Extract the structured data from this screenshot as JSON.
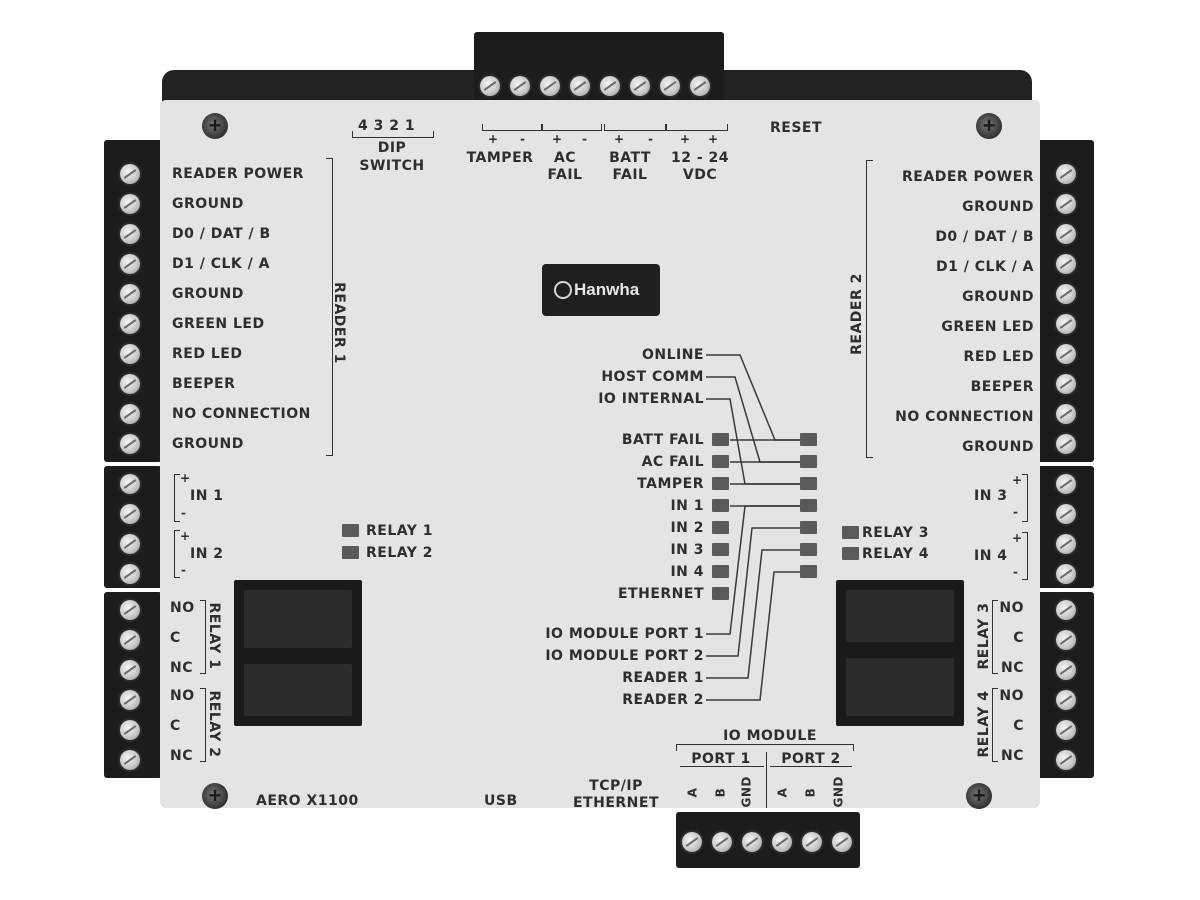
{
  "board": {
    "model": "AERO X1100",
    "logo_text": "Hanwha"
  },
  "top": {
    "dip_numbers": "4 3 2 1",
    "dip_label_1": "DIP",
    "dip_label_2": "SWITCH",
    "reset": "RESET",
    "polarity": [
      "+",
      "-",
      "+",
      "-",
      "+",
      "-",
      "+"
    ],
    "tamper": "TAMPER",
    "ac_fail_1": "AC",
    "ac_fail_2": "FAIL",
    "batt_fail_1": "BATT",
    "batt_fail_2": "FAIL",
    "vdc_1": "12 - 24",
    "vdc_2": "VDC"
  },
  "reader1": {
    "title": "READER 1",
    "pins": [
      "READER POWER",
      "GROUND",
      "D0 / DAT / B",
      "D1 / CLK / A",
      "GROUND",
      "GREEN LED",
      "RED LED",
      "BEEPER",
      "NO CONNECTION",
      "GROUND"
    ]
  },
  "reader2": {
    "title": "READER 2",
    "pins": [
      "READER POWER",
      "GROUND",
      "D0 / DAT / B",
      "D1 / CLK / A",
      "GROUND",
      "GREEN LED",
      "RED LED",
      "BEEPER",
      "NO CONNECTION",
      "GROUND"
    ]
  },
  "inputs_left": {
    "in1": "IN 1",
    "in2": "IN 2",
    "plus": "+",
    "minus": "-"
  },
  "inputs_right": {
    "in3": "IN 3",
    "in4": "IN 4",
    "plus": "+",
    "minus": "-"
  },
  "relay_leds": {
    "r1": "RELAY 1",
    "r2": "RELAY 2",
    "r3": "RELAY 3",
    "r4": "RELAY 4"
  },
  "relay_left": {
    "relay1": "RELAY 1",
    "relay2": "RELAY 2",
    "contacts": [
      "NO",
      "C",
      "NC"
    ]
  },
  "relay_right": {
    "relay3": "RELAY 3",
    "relay4": "RELAY 4",
    "contacts": [
      "NO",
      "C",
      "NC"
    ]
  },
  "status": {
    "top": [
      "ONLINE",
      "HOST COMM",
      "IO INTERNAL"
    ],
    "left": [
      "BATT FAIL",
      "AC FAIL",
      "TAMPER",
      "IN 1",
      "IN 2",
      "IN 3",
      "IN 4",
      "ETHERNET"
    ],
    "bottom": [
      "IO MODULE PORT 1",
      "IO MODULE PORT 2",
      "READER 1",
      "READER 2"
    ]
  },
  "bottom": {
    "usb": "USB",
    "tcpip_1": "TCP/IP",
    "tcpip_2": "ETHERNET",
    "io_module": "IO MODULE",
    "port1": "PORT 1",
    "port2": "PORT 2",
    "pins": [
      "A",
      "B",
      "GND"
    ]
  },
  "colors": {
    "panel": "#e3e4e6",
    "frame": "#1e1e1e",
    "text": "#2e2e2e",
    "led": "#5a5a5a"
  }
}
